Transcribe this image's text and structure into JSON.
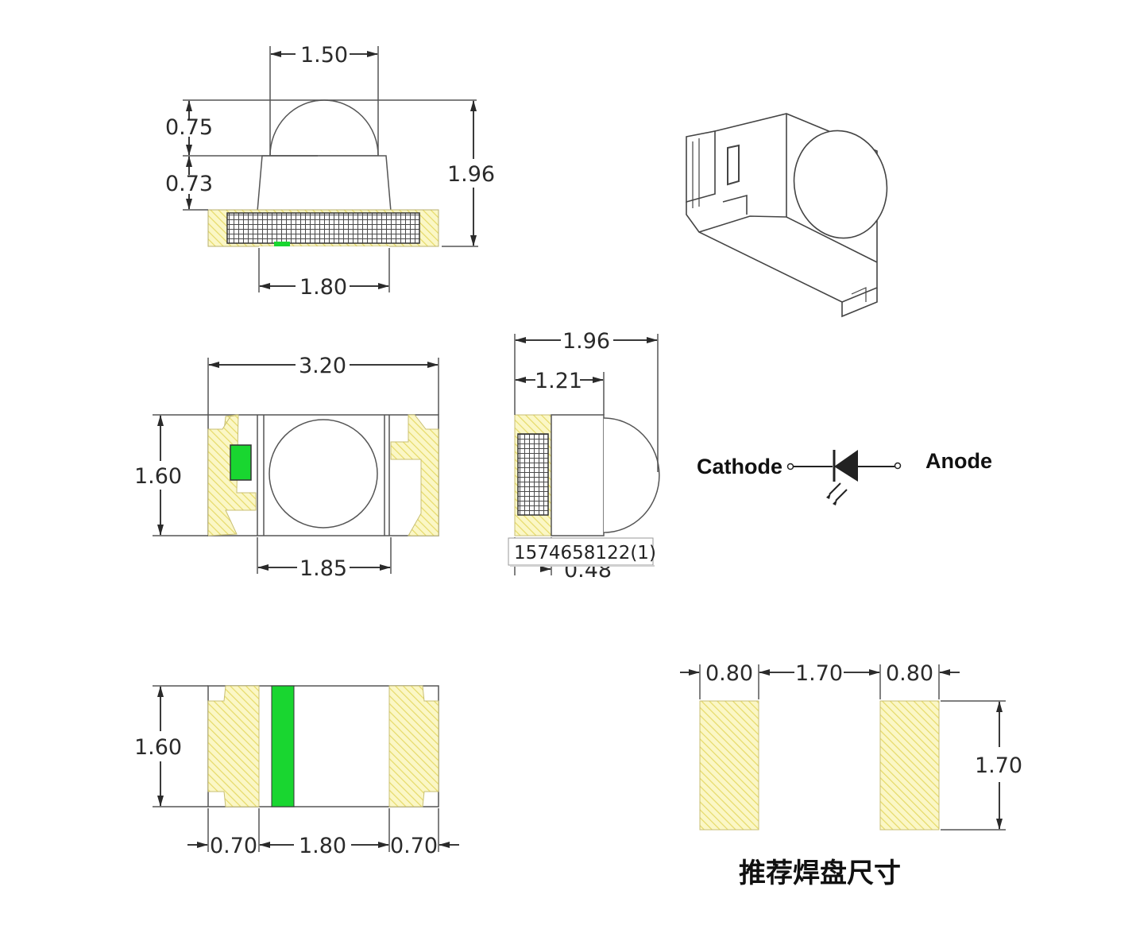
{
  "colors": {
    "pad_fill": "#fbf7c6",
    "pad_hatch": "#e8de6e",
    "chip_green": "#19d630",
    "line": "#3a3a3a"
  },
  "side_view": {
    "dome_width": "1.50",
    "dome_height": "0.75",
    "body_height": "0.73",
    "total_height": "1.96",
    "base_width": "1.80"
  },
  "top_view": {
    "length": "3.20",
    "width": "1.60",
    "inner_width": "1.85"
  },
  "end_view": {
    "total_depth": "1.96",
    "body_depth": "1.21",
    "pad_depth": "0.48"
  },
  "tooltip": {
    "text": "1574658122(1)"
  },
  "schematic": {
    "cathode_label": "Cathode",
    "anode_label": "Anode"
  },
  "bottom_view": {
    "width": "1.60",
    "left_pad": "0.70",
    "gap": "1.80",
    "right_pad": "0.70"
  },
  "footprint": {
    "pad_width_left": "0.80",
    "pad_gap": "1.70",
    "pad_width_right": "0.80",
    "pad_height": "1.70",
    "title": "推荐焊盘尺寸"
  }
}
